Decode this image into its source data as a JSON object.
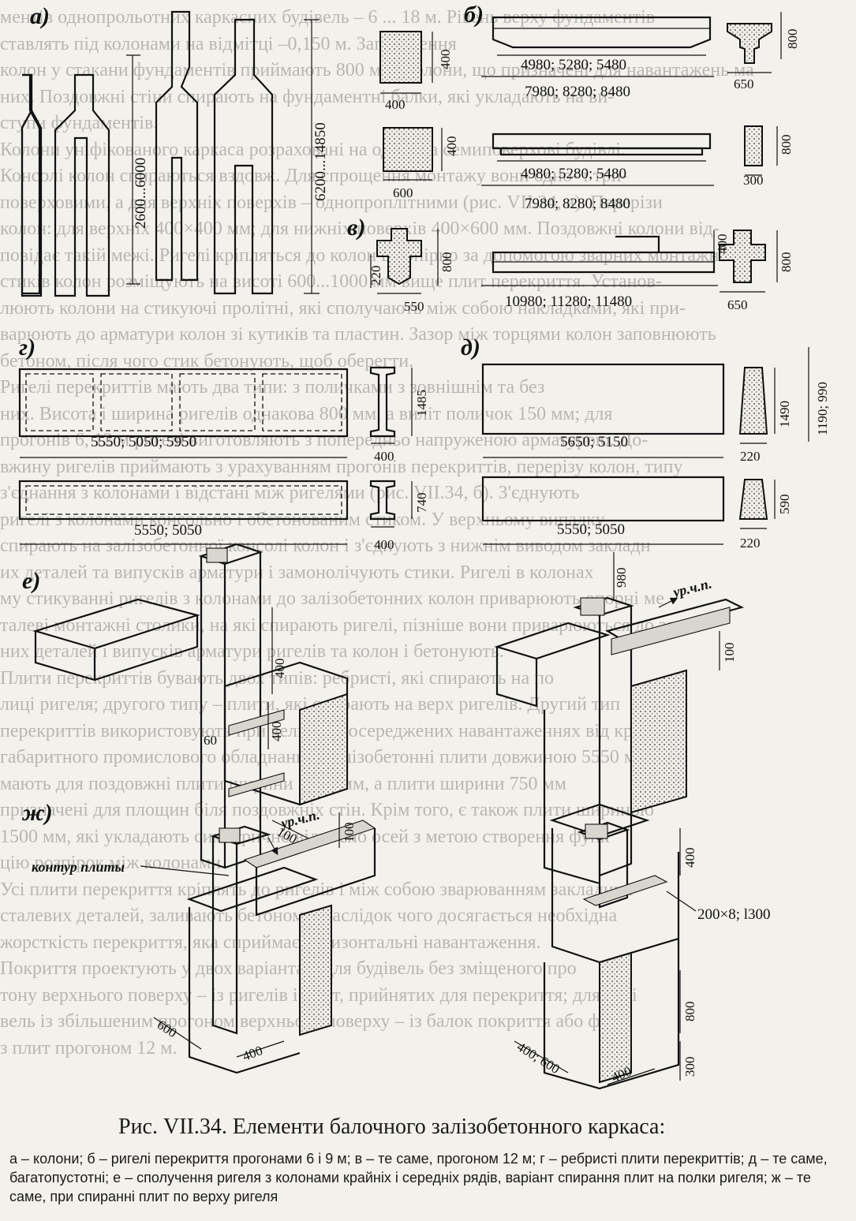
{
  "background_text": [
    "ментів однопрольотних каркасних будівель – 6 ... 18 м. Рівень верху фундаментів",
    "ставлять під колонами на відмітці –0,150 м. Заглиблення",
    "колон у стакани фундаментів приймають 800 мм. Колони, що призначені для навантажень ма",
    "них. Поздовжні стіни спирають на фундаментні балки, які укладають на ви-",
    "ступи фундаментів.",
    "Колони уніфікованого каркаса розраховані на одно- та семиповерхові будівлі.",
    "Консолі колон спираються вздовж. Для спрощення монтажу вони одно- і три-",
    "поверховими, а для верхніх поверхів – однопроплітними (рис. VII.34, а). Перерізи",
    "колон: для верхніх 400×400 мм; для нижніх поверхів 400×600 мм. Поздовжні колони від-",
    "повідає такій межі. Ригелі кріпляться до колон шарнірно за допомогою зварних монтажних",
    "стиків колон розміщують на висоті 600...1000 мм вище плит перекриття. Установ-",
    "люють колони на стикуючі пролітні, які сполучають між собою накладками, які при-",
    "варюють до арматури колон зі кутиків та пластин. Зазор між торцями колон заповнюють",
    "бетоном, після чого стик бетонують, щоб оберегти.",
    "Ригелі перекриттів мають два типи: з поличками з зовнішнім та без",
    "них. Висота і ширина ригелів однакова 800 мм, а виліт поличок 150 мм; для",
    "прогонів 6, 12 м ригелі виготовляють з попередньо напруженою арматурою. До-",
    "вжину ригелів приймають з урахуванням прогонів перекриттів, перерізу колон, типу",
    "з'єднання з колонами і відстані між ригелями (рис. VII.34, б). З'єднують",
    "ригелі з колонами консольно і обетонованим стиком. У верхньому випадку",
    "спирають на залізобетонної консолі колон і з'єднують з нижнім виводом закладн",
    "их деталей та випусків арматури і замонолічують стики. Ригелі в колонах",
    "му стикуванні ригелів з колонами до залізобетонних колон приварюють опорні ме",
    "талеві монтажні столики, на які спирають ригелі, пізніше вони приварюються до закла",
    "них деталей і випусків арматури ригелів та колон і бетонують.",
    "Плити перекриттів бувають двох типів: ребристі, які спирають на по",
    "лиці ригеля; другого типу – плити, які спирають на верх ригелів. Другий тип",
    "перекриттів використовують при великих зосереджених навантаженнях від крупно",
    "габаритного промислового обладнання. Залізобетонні плити довжиною 5550 мм",
    "мають для поздовжні плити ширини 1500 мм, а плити ширини 750 мм",
    "призначені для площин біля поздовжніх стін. Крім того, є також плити шириною",
    "1500 мм, які укладають симетрично відносно осей з метою створення функ",
    "цію розпірок між колонами.",
    "Усі плити перекриття кріплять до ригелів і між собою зварюванням закладних",
    "сталевих деталей, заливають бетоном, внаслідок чого досягається необхідна",
    "жорсткість перекриття, яка сприймає горизонтальні навантаження.",
    "Покриття проектують у двох варіантах: для будівель без зміщеного про",
    "тону верхнього поверху – із ригелів і плит, прийнятих для перекриття; для буді",
    "вель із збільшеним прогоном верхнього поверху – із балок покриття або ферм",
    "з плит прогоном 12 м."
  ],
  "panels": {
    "a": "а)",
    "b": "б)",
    "v": "в)",
    "g": "г)",
    "d": "д)",
    "e": "е)",
    "zh": "ж)"
  },
  "columns": {
    "dim_2600_6000": "2600...6000",
    "dim_6200_14850": "6200...14850"
  },
  "girders": {
    "row1": {
      "section_width": "400",
      "section_height": "400",
      "length_inner": "4980; 5280; 5480",
      "length_outer": "7980; 8280; 8480",
      "tsection_width": "650",
      "tsection_height": "800"
    },
    "row2": {
      "section_width": "600",
      "section_height": "400",
      "length_inner": "4980; 5280; 5480",
      "length_outer": "7980; 8280; 8480",
      "rsection_width": "300",
      "rsection_height": "800"
    },
    "row3": {
      "section_width": "550",
      "section_220": "220",
      "section_height": "800",
      "length": "10980; 11280; 11480",
      "rsection_width": "650",
      "rsection_400": "400",
      "rsection_height": "800"
    }
  },
  "slabs_ribbed": {
    "top_length": "5550; 5050; 5950",
    "top_height": "1485",
    "top_width": "400",
    "bottom_length": "5550; 5050",
    "bottom_height": "740",
    "bottom_width": "400"
  },
  "slabs_hollow": {
    "top_length": "5650; 5150",
    "top_height": "1490",
    "top_total": "1190; 990",
    "top_width": "220",
    "bottom_length": "5550; 5050",
    "bottom_height": "590",
    "bottom_width": "220"
  },
  "joint_e": {
    "dim_400a": "400",
    "dim_400b": "400",
    "dim_60": "60",
    "dim_100": "100",
    "dim_980": "980",
    "level": "ур.ч.п.",
    "dim_100b": "100"
  },
  "joint_zh": {
    "level": "ур.ч.п.",
    "dim_100": "100",
    "contour": "контур плиты",
    "dim_600": "600",
    "dim_400": "400",
    "dim_400r": "400",
    "plate": "200×8; l300",
    "dim_800": "800",
    "dim_400_600": "400; 600",
    "dim_400b": "400",
    "dim_300": "300"
  },
  "caption": {
    "title": "Рис. VII.34. Елементи балочного залізобетонного каркаса:",
    "description": "а – колони; б – ригелі перекриття прогонами 6 і 9 м; в – те саме, прогоном 12 м; г – ребристі плити перекриттів; д – те саме, багатопустотні; е – сполучення ригеля з колонами крайніх і середніх рядів, варіант спирання плит на полки ригеля; ж – те саме, при спиранні плит по верху ригеля"
  }
}
